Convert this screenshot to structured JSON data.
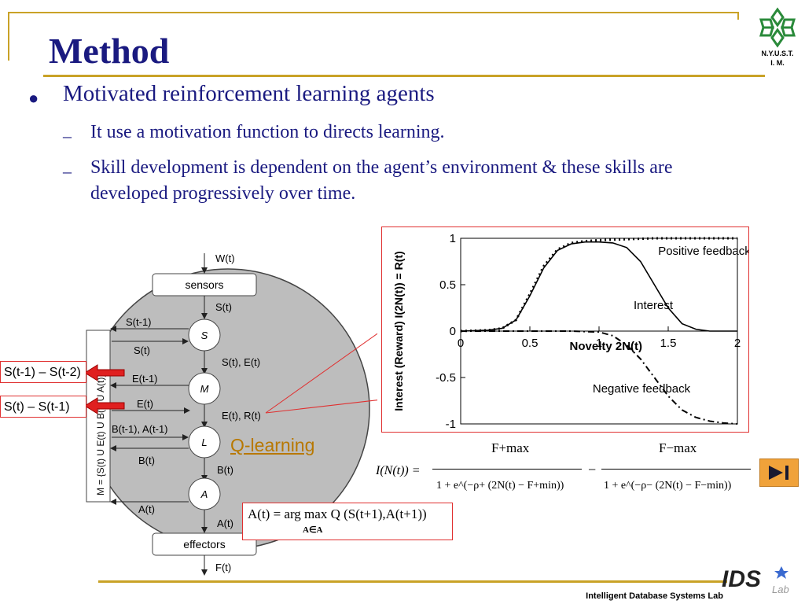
{
  "slide": {
    "title": "Method",
    "bullet": "Motivated reinforcement learning agents",
    "sub_items": [
      "It use a motivation function to directs learning.",
      "Skill development is dependent on the agent’s environment & these skills are developed progressively over time."
    ],
    "logo": {
      "line1": "N.Y.U.S.T.",
      "line2": "I. M."
    },
    "footer": "Intelligent Database Systems Lab",
    "footer_logo": "IDS Lab",
    "q_learning_link": "Q-learning"
  },
  "diagram": {
    "top_input": "W(t)",
    "bottom_output": "F(t)",
    "boxes": {
      "sensors": "sensors",
      "effectors": "effectors"
    },
    "nodes": [
      "S",
      "M",
      "L",
      "A"
    ],
    "left_bar": "M = {S(t) U E(t) U B(t) U A(t)}",
    "labels": {
      "s_t_1": "S(t-1)",
      "s_t": "S(t)",
      "e_t_1": "E(t-1)",
      "e_t": "E(t)",
      "b_a": "B(t-1), A(t-1)",
      "b_t": "B(t)",
      "a_t": "A(t)",
      "s_e": "S(t), E(t)",
      "e_r": "E(t), R(t)"
    },
    "side_boxes": [
      "S(t-1) – S(t-2)",
      "S(t) – S(t-1)"
    ]
  },
  "chart_data": {
    "type": "line",
    "title": "",
    "xlabel": "Novelty 2N(t)",
    "ylabel": "Interest (Reward) I(2N(t)) = R(t)",
    "xlim": [
      0,
      2
    ],
    "ylim": [
      -1,
      1
    ],
    "xticks": [
      "0",
      "0.5",
      "1",
      "1.5",
      "2"
    ],
    "yticks": [
      "1",
      "0.5",
      "0",
      "-0.5",
      "-1"
    ],
    "annotations": [
      "Positive feedback",
      "Interest",
      "Negative feedback"
    ],
    "series": [
      {
        "style": "solid",
        "x": [
          0,
          0.2,
          0.3,
          0.4,
          0.5,
          0.6,
          0.7,
          0.8,
          0.9,
          1.0,
          1.1,
          1.2,
          1.3,
          1.4,
          1.5,
          1.6,
          1.7,
          1.8,
          1.9,
          2.0
        ],
        "y": [
          0.0,
          0.01,
          0.03,
          0.12,
          0.38,
          0.68,
          0.87,
          0.94,
          0.96,
          0.96,
          0.95,
          0.9,
          0.75,
          0.5,
          0.25,
          0.08,
          0.02,
          0.0,
          0.0,
          0.0
        ]
      },
      {
        "style": "dotted",
        "x": [
          0,
          0.2,
          0.3,
          0.4,
          0.5,
          0.6,
          0.7,
          0.8,
          0.9,
          1.0,
          1.2,
          1.4,
          1.6,
          1.8,
          2.0
        ],
        "y": [
          0.0,
          0.01,
          0.03,
          0.12,
          0.4,
          0.7,
          0.88,
          0.95,
          0.97,
          0.98,
          0.99,
          1.0,
          1.0,
          1.0,
          1.0
        ]
      },
      {
        "style": "dashdot",
        "x": [
          0,
          0.4,
          0.8,
          1.0,
          1.1,
          1.2,
          1.3,
          1.4,
          1.5,
          1.6,
          1.7,
          1.8,
          1.9,
          2.0
        ],
        "y": [
          0.0,
          0.0,
          0.0,
          -0.01,
          -0.05,
          -0.15,
          -0.3,
          -0.5,
          -0.7,
          -0.85,
          -0.93,
          -0.97,
          -0.99,
          -1.0
        ]
      }
    ]
  },
  "formulas": {
    "action": "A(t) = arg max Q (S(t+1),A(t+1))",
    "action_sub": "A∈A",
    "interest_lhs": "I(N(t)) =",
    "fmax_pos": "F+max",
    "den_pos": "1 + e^(−ρ+ (2N(t) − F+min))",
    "minus": "−",
    "fmax_neg": "F−max",
    "den_neg": "1 + e^(−ρ− (2N(t) − F−min))"
  },
  "colors": {
    "title": "#1a1a80",
    "accent": "#c9a227",
    "red": "#e03030",
    "link": "#b87800"
  }
}
